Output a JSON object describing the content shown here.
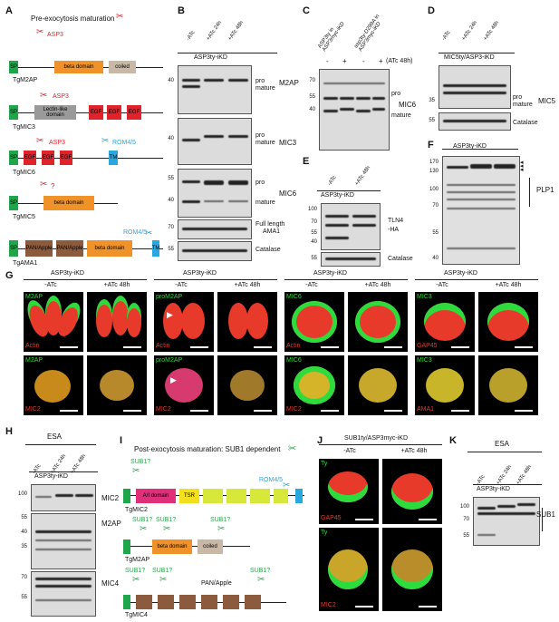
{
  "panels": {
    "A": {
      "letter": "A",
      "title": "Pre-exocytosis maturation",
      "proteins": [
        {
          "name": "TgM2AP",
          "protease": "ASP3",
          "domains": [
            "SP",
            "beta domain",
            "coiled"
          ]
        },
        {
          "name": "TgMIC3",
          "protease": "ASP3",
          "domains": [
            "SP",
            "Lectin-like domain",
            "EGF",
            "EGF",
            "EGF"
          ]
        },
        {
          "name": "TgMIC6",
          "protease": "ASP3",
          "protease2": "ROM4/5",
          "domains": [
            "SP",
            "EGF",
            "EGF",
            "EGF",
            "TM"
          ]
        },
        {
          "name": "TgMIC5",
          "protease": "?",
          "domains": [
            "SP",
            "beta domain"
          ]
        },
        {
          "name": "TgAMA1",
          "protease2": "ROM4/5",
          "domains": [
            "SP",
            "PAN/Apple",
            "PAN/Apple",
            "beta domain",
            "TM"
          ]
        }
      ]
    },
    "B": {
      "letter": "B",
      "cols": [
        "-ATc",
        "+ATc 24h",
        "+ATc 48h"
      ],
      "strain": "ASP3ty-iKD",
      "blots": [
        {
          "markers": [
            "40"
          ],
          "labels": [
            "pro",
            "mature"
          ],
          "protein": "M2AP"
        },
        {
          "markers": [
            "40"
          ],
          "labels": [
            "pro",
            "mature"
          ],
          "protein": "MIC3"
        },
        {
          "markers": [
            "55",
            "40"
          ],
          "labels": [
            "pro",
            "mature"
          ],
          "protein": "MIC6"
        },
        {
          "markers": [
            "70"
          ],
          "labels": [
            "Full length",
            "AMA1"
          ],
          "protein": ""
        },
        {
          "markers": [
            "55"
          ],
          "labels": [
            "Catalase"
          ],
          "protein": ""
        }
      ]
    },
    "C": {
      "letter": "C",
      "cols": [
        "ASP3ty in ASP3myc-iKD",
        "asp3ty-D299A in ASP3myc-iKD"
      ],
      "signs": [
        "-",
        "+",
        "-",
        "+"
      ],
      "treatment": "(ATc 48h)",
      "markers": [
        "70",
        "55",
        "40"
      ],
      "labels": [
        "pro",
        "mature"
      ],
      "protein": "MIC6"
    },
    "D": {
      "letter": "D",
      "cols": [
        "-ATc",
        "+ATc 24h",
        "+ATc 48h"
      ],
      "strain": "MIC5ty/ASP3-iKD",
      "markers": [
        "35",
        "55"
      ],
      "labels": [
        "pro",
        "mature",
        "Catalase"
      ],
      "protein": "MIC5"
    },
    "E": {
      "letter": "E",
      "cols": [
        "-ATc",
        "+ATc 48h"
      ],
      "strain": "ASP3ty-iKD",
      "markers": [
        "100",
        "70",
        "55",
        "40",
        "55"
      ],
      "labels": [
        "TLN4",
        "-HA",
        "Catalase"
      ]
    },
    "F": {
      "letter": "F",
      "strain": "ASP3ty-iKD",
      "markers": [
        "170",
        "130",
        "100",
        "70",
        "55",
        "40"
      ],
      "protein": "PLP1"
    },
    "G": {
      "letter": "G",
      "groups": [
        {
          "strain": "ASP3ty-iKD",
          "cols": [
            "-ATc",
            "+ATc 48h"
          ],
          "top": [
            "M2AP",
            "Actin"
          ],
          "bottom": [
            "M2AP",
            "MIC2"
          ]
        },
        {
          "strain": "ASP3ty-iKD",
          "cols": [
            "-ATc",
            "+ATc 48h"
          ],
          "top": [
            "proM2AP",
            "Actin"
          ],
          "bottom": [
            "proM2AP",
            "MIC2"
          ]
        },
        {
          "strain": "ASP3ty-iKD",
          "cols": [
            "-ATc",
            "+ATc 48h"
          ],
          "top": [
            "MIC6",
            "Actin"
          ],
          "bottom": [
            "MIC6",
            "MIC2"
          ]
        },
        {
          "strain": "ASP3ty-iKD",
          "cols": [
            "-ATc",
            "+ATc 48h"
          ],
          "top": [
            "MIC3",
            "GAP45"
          ],
          "bottom": [
            "MIC3",
            "AMA1"
          ]
        }
      ]
    },
    "H": {
      "letter": "H",
      "title": "ESA",
      "cols": [
        "-ATc",
        "+ATc 24h",
        "+ATc 48h"
      ],
      "strain": "ASP3ty-iKD",
      "blots": [
        {
          "markers": [
            "100"
          ],
          "protein": "MIC2"
        },
        {
          "markers": [
            "55",
            "40",
            "35"
          ],
          "protein": "M2AP"
        },
        {
          "markers": [
            "70",
            "55"
          ],
          "protein": "MIC4"
        }
      ]
    },
    "I": {
      "letter": "I",
      "title": "Post-exocytosis maturation: SUB1 dependent",
      "proteins": [
        {
          "name": "TgMIC2",
          "sub": [
            "SUB1?"
          ],
          "protease2": "ROM4/5",
          "domains": [
            "A/I domain",
            "TSR"
          ]
        },
        {
          "name": "TgM2AP",
          "sub": [
            "SUB1?",
            "SUB1?",
            "SUB1?"
          ],
          "domains": [
            "beta domain",
            "coiled"
          ]
        },
        {
          "name": "TgMIC4",
          "sub": [
            "SUB1?",
            "SUB1?",
            "SUB1?"
          ],
          "domains": [
            "PAN/Apple"
          ]
        }
      ]
    },
    "J": {
      "letter": "J",
      "strain": "SUB1ty/ASP3myc-iKD",
      "cols": [
        "-ATc",
        "+ATc 48h"
      ],
      "rows": [
        [
          "Ty",
          "GAP45"
        ],
        [
          "Ty",
          "MIC2"
        ]
      ]
    },
    "K": {
      "letter": "K",
      "title": "ESA",
      "cols": [
        "-ATc",
        "+ATc 24h",
        "+ATc 48h"
      ],
      "strain": "ASP3ty-iKD",
      "markers": [
        "100",
        "70",
        "55"
      ],
      "protein": "SUB1"
    }
  },
  "colors": {
    "sp": "#1fa64a",
    "beta": "#f0922a",
    "coiled": "#c8b9a6",
    "lectin": "#9a9a9a",
    "egf": "#e0222b",
    "tm": "#29a8e0",
    "pan": "#8c5a3c",
    "ai": "#e0307a",
    "tsr": "#f2df1e",
    "green_stain": "#2edb3c",
    "red_stain": "#e83a2a",
    "asp3": "#e0222b",
    "rom": "#29a8e0",
    "sub1": "#2aa64a"
  }
}
